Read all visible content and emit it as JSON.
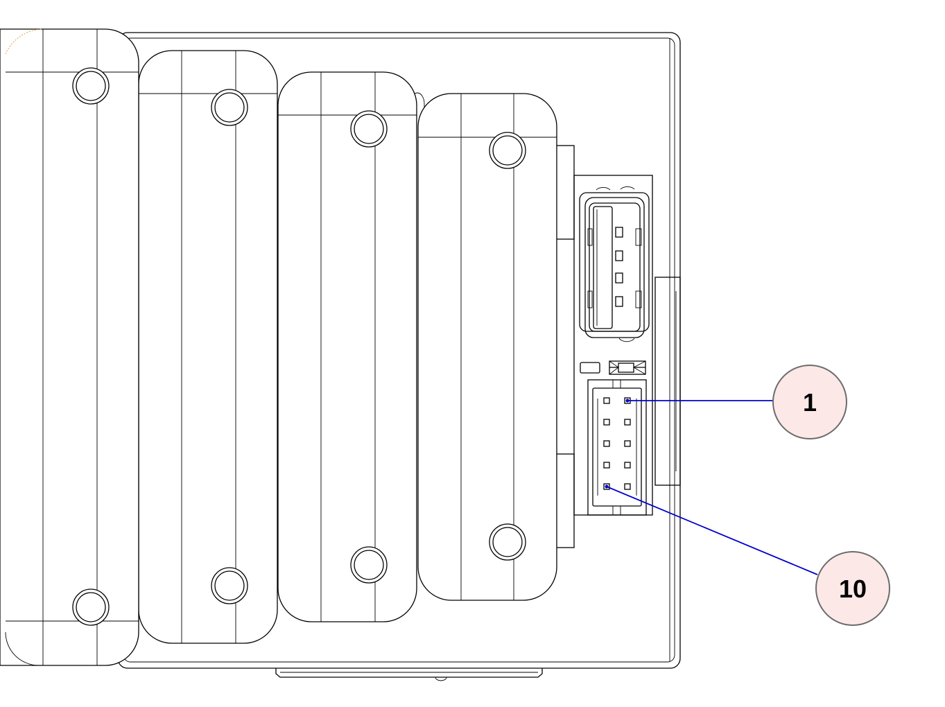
{
  "callouts": [
    {
      "id": "callout-1",
      "label": "1"
    },
    {
      "id": "callout-10",
      "label": "10"
    }
  ],
  "colors": {
    "line": "#000000",
    "leader": "#0000cc",
    "callout_fill": "#fde8e8",
    "callout_stroke": "#6b6b6b",
    "background": "#ffffff"
  }
}
